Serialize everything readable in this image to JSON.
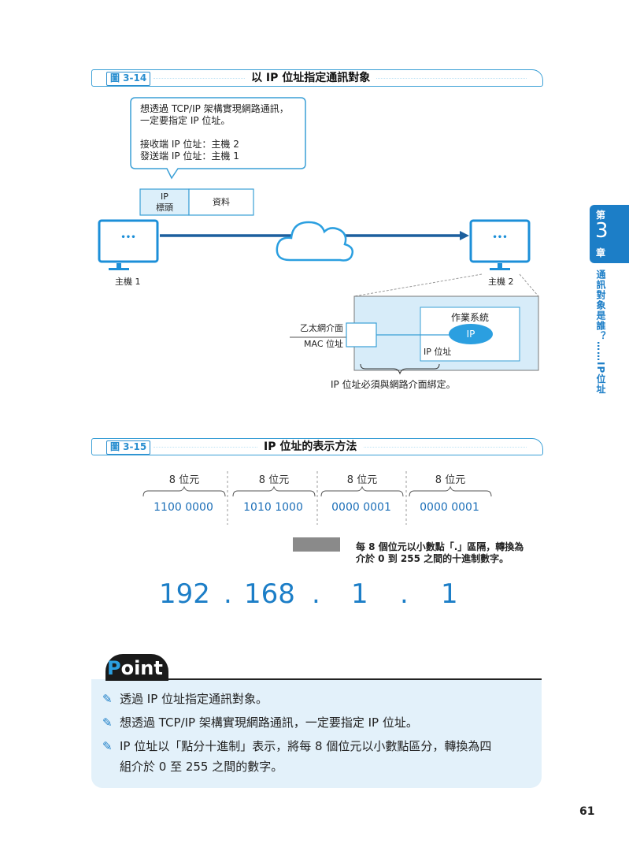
{
  "fig14": {
    "tag": "圖 3-14",
    "title": "以 IP 位址指定通訊對象",
    "bubble_line1": "想透過 TCP/IP 架構實現網路通訊，",
    "bubble_line2": "一定要指定 IP 位址。",
    "bubble_line3": "接收端 IP 位址：主機 2",
    "bubble_line4": "發送端 IP 位址：主機 1",
    "packet_header_1": "IP",
    "packet_header_2": "標頭",
    "packet_data": "資料",
    "host1": "主機 1",
    "host2": "主機 2",
    "screen_dots": "•••",
    "ethernet": "乙太網介面",
    "mac": "MAC 位址",
    "os": "作業系統",
    "ip_badge": "IP",
    "ip_addr_label": "IP 位址",
    "caption": "IP 位址必須與網路介面綁定。"
  },
  "fig15": {
    "tag": "圖 3-15",
    "title": "IP 位址的表示方法",
    "bit_label": "8 位元",
    "bytes": [
      "1100 0000",
      "1010 1000",
      "0000 0001",
      "0000 0001"
    ],
    "note_line1": "每 8 個位元以小數點「.」區隔，轉換為",
    "note_line2": "介於 0 到 255 之間的十進制數字。",
    "decimal": [
      "192",
      ".",
      "168",
      ".",
      "1",
      ".",
      "1"
    ]
  },
  "side_tab": {
    "di": "第",
    "num": "3",
    "zhang": "章",
    "chapter_title": "通訊對象是誰？……IP位址"
  },
  "point": {
    "label_p": "P",
    "label_rest": "oint",
    "items": [
      "透過 IP 位址指定通訊對象。",
      "想透過 TCP/IP 架構實現網路通訊，一定要指定 IP 位址。",
      "IP 位址以「點分十進制」表示，將每 8 個位元以小數點區分，轉換為四",
      "組介於 0 至 255 之間的數字。"
    ]
  },
  "page_number": "61",
  "colors": {
    "accent": "#1c7ec7",
    "frame": "#3a9fd6",
    "light_blue": "#dceffa",
    "point_bg": "#e3f1fa"
  }
}
